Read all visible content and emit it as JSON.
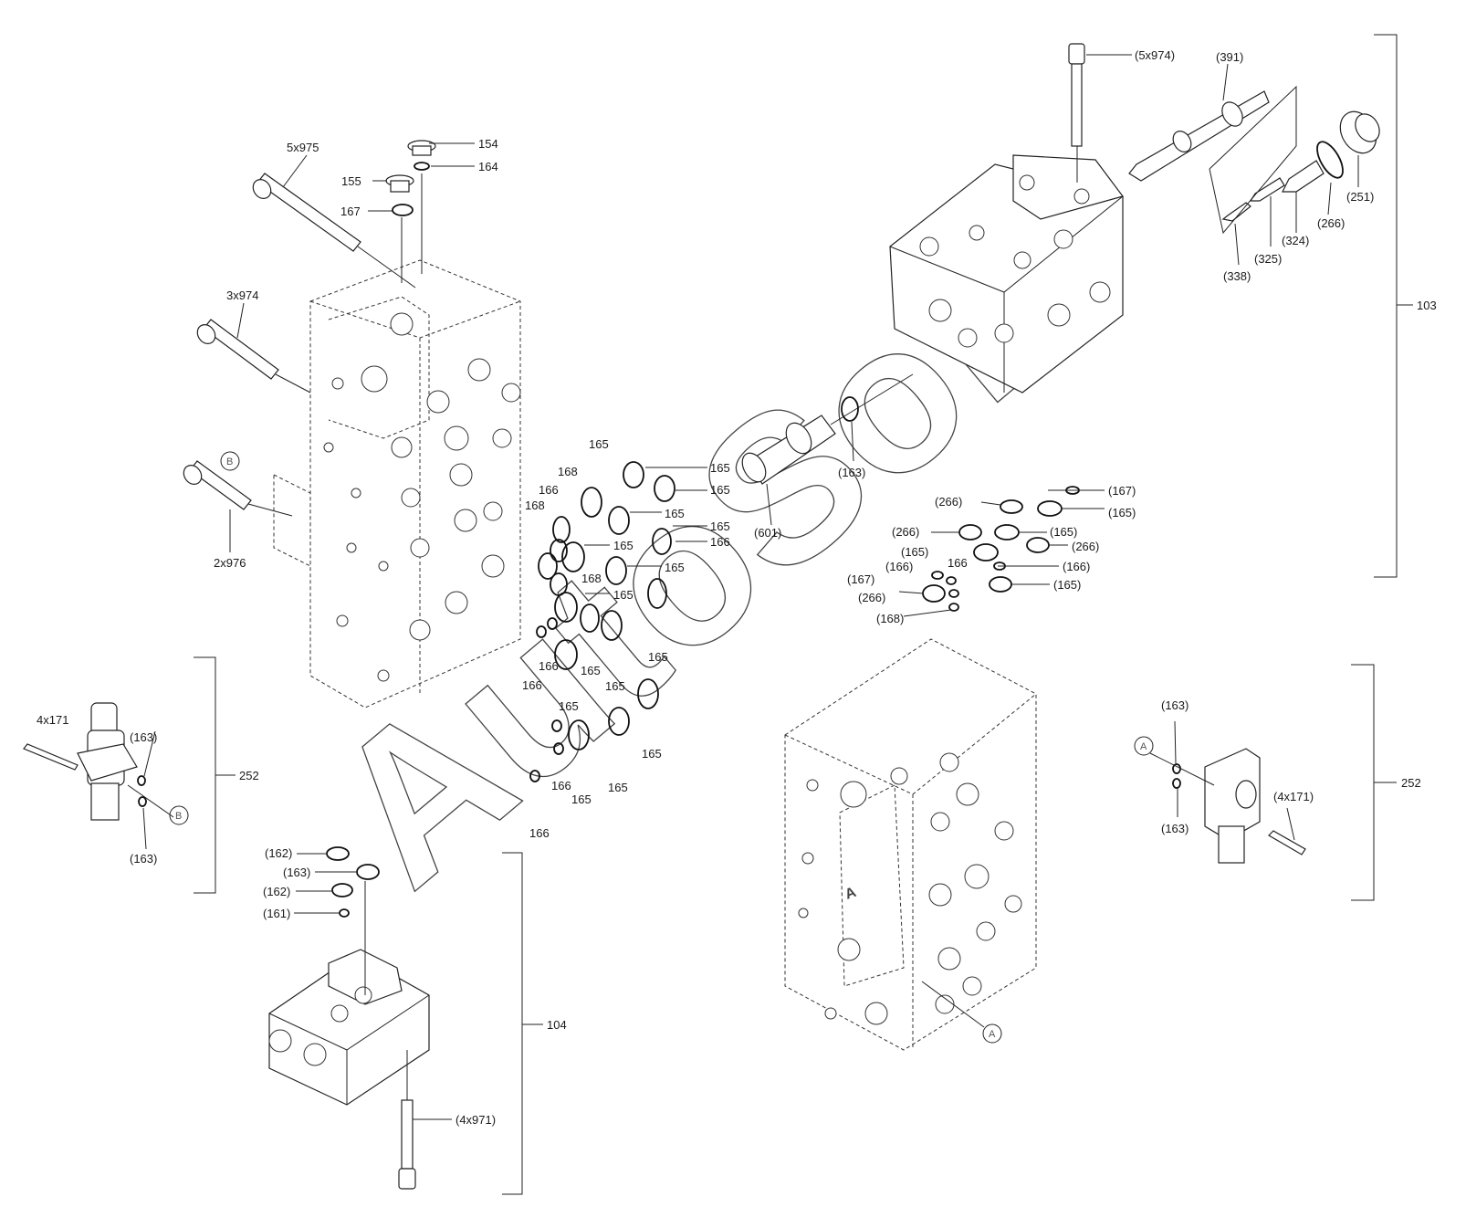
{
  "watermark": "AutoSoft",
  "callouts": {
    "c5x975": "5x975",
    "c154": "154",
    "c164": "164",
    "c155": "155",
    "c167": "167",
    "c3x974": "3x974",
    "c2x976": "2x976",
    "c5x974": "(5x974)",
    "c391": "(391)",
    "c251": "(251)",
    "c266": "(266)",
    "c324": "(324)",
    "c325": "(325)",
    "c338": "(338)",
    "c103": "103",
    "c163a": "(163)",
    "c601": "(601)",
    "r165": "165",
    "r166": "166",
    "r168": "168",
    "p167": "(167)",
    "p165": "(165)",
    "p266": "(266)",
    "p166": "(166)",
    "p168": "(168)",
    "n166": "166",
    "c4x171": "4x171",
    "c163": "(163)",
    "c252": "252",
    "c162": "(162)",
    "c161": "(161)",
    "c104": "104",
    "c4x971": "(4x971)",
    "c4x171r": "(4x171)"
  },
  "refs": {
    "B": "B",
    "A": "A"
  }
}
